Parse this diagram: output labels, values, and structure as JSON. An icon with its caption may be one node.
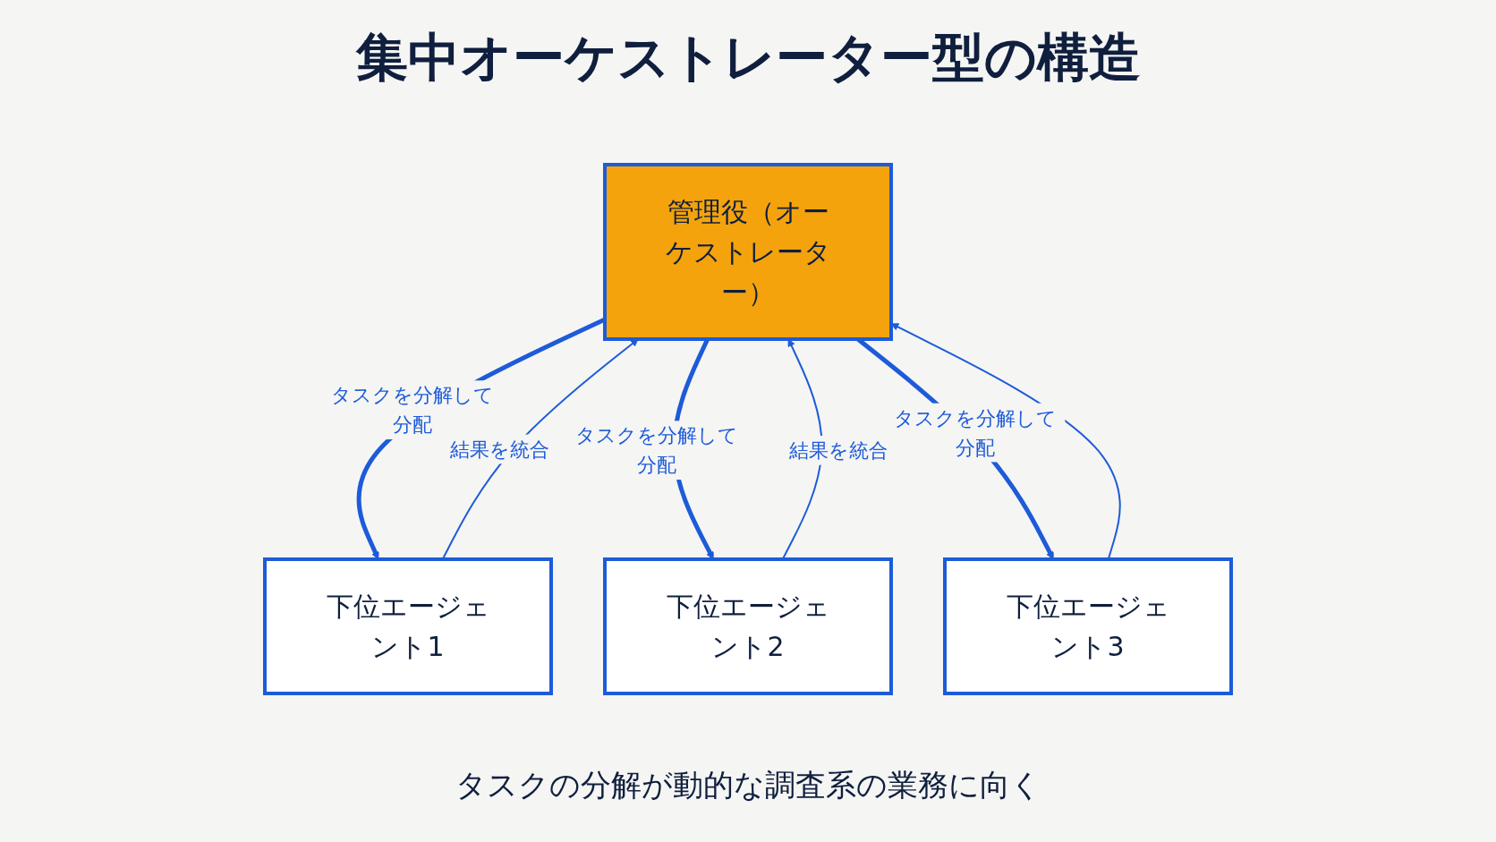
{
  "diagram": {
    "title": "集中オーケストレーター型の構造",
    "caption": "タスクの分解が動的な調査系の業務に向く",
    "nodes": [
      {
        "text": [
          "管理役（オーケストレーター）"
        ]
      },
      {
        "text": [
          "下位エージェント1"
        ]
      },
      {
        "text": [
          "下位エージェント2"
        ]
      },
      {
        "text": [
          "下位エージェント3"
        ]
      }
    ],
    "edges": [
      {
        "from": 0,
        "to": 1,
        "arrow": "to",
        "label": "タスクを分解して分配",
        "style": "thick"
      },
      {
        "from": 1,
        "to": 0,
        "arrow": "to",
        "label": "結果を統合"
      },
      {
        "from": 0,
        "to": 2,
        "arrow": "to",
        "label": "タスクを分解して分配",
        "style": "thick"
      },
      {
        "from": 2,
        "to": 0,
        "arrow": "to",
        "label": "結果を統合"
      },
      {
        "from": 0,
        "to": 3,
        "arrow": "to",
        "label": "タスクを分解して分配",
        "style": "thick"
      },
      {
        "from": 3,
        "to": 0,
        "arrow": "to"
      }
    ]
  }
}
